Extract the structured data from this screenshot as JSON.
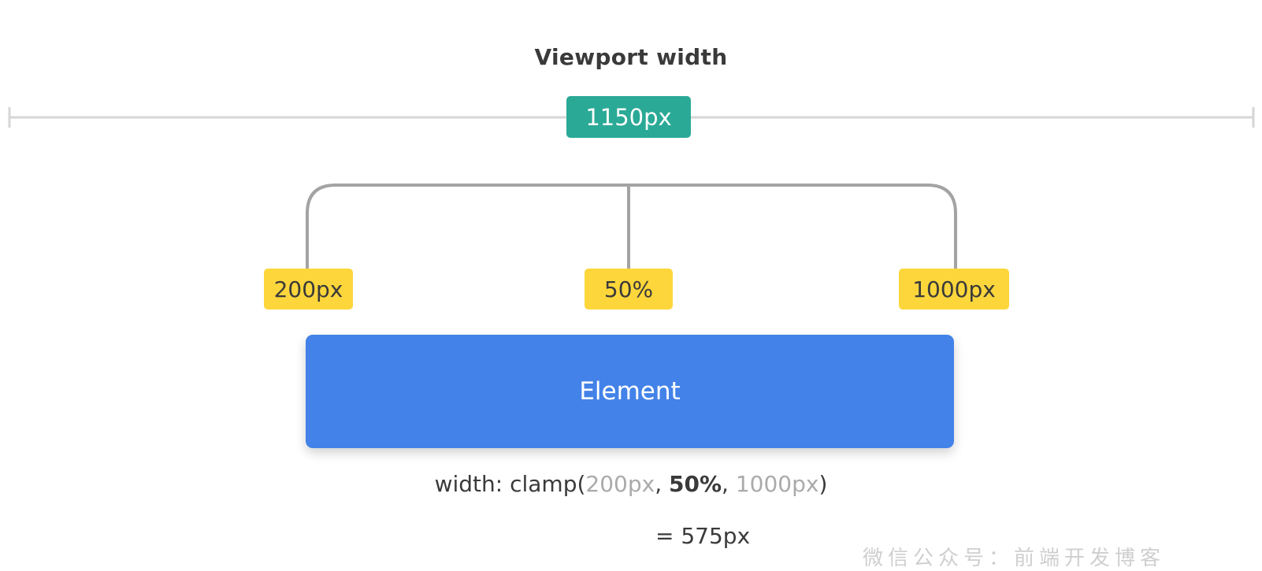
{
  "title": "Viewport width",
  "viewport_value": "1150px",
  "labels": {
    "min": "200px",
    "preferred": "50%",
    "max": "1000px"
  },
  "element_label": "Element",
  "formula": {
    "prefix": "width: clamp(",
    "min": "200px",
    "sep1": ", ",
    "preferred": "50%",
    "sep2": ", ",
    "max": "1000px",
    "suffix": ")"
  },
  "result": "= 575px",
  "watermark": "微信公众号：前端开发博客",
  "colors": {
    "viewport_badge": "#2aa996",
    "yellow_label": "#fdd63b",
    "element": "#4382e8",
    "ruler": "#d6d6d6",
    "bracket": "#a3a3a3",
    "muted_text": "#aaaaaa"
  }
}
